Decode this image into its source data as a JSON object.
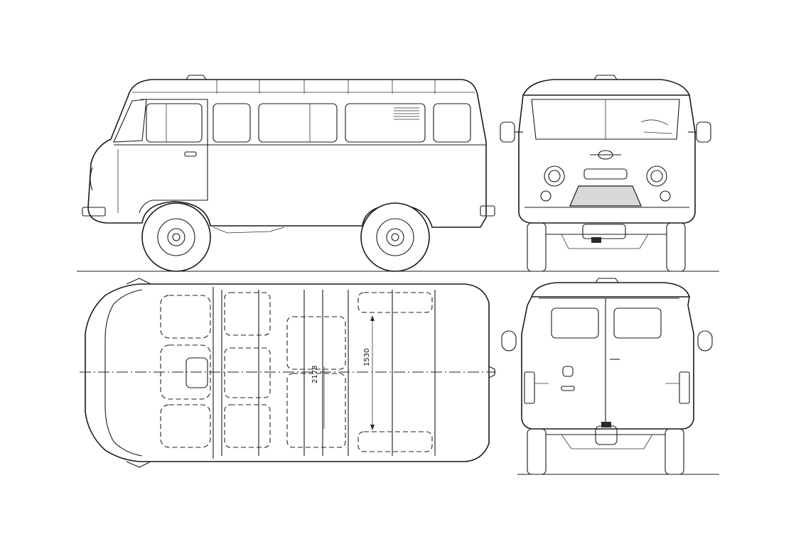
{
  "drawing": {
    "views": [
      "side",
      "front",
      "top",
      "rear"
    ],
    "dimensions": {
      "cargo_length": "2178",
      "cargo_width": "1530"
    }
  },
  "colors": {
    "line": "#1a1a1a",
    "background": "#ffffff"
  }
}
